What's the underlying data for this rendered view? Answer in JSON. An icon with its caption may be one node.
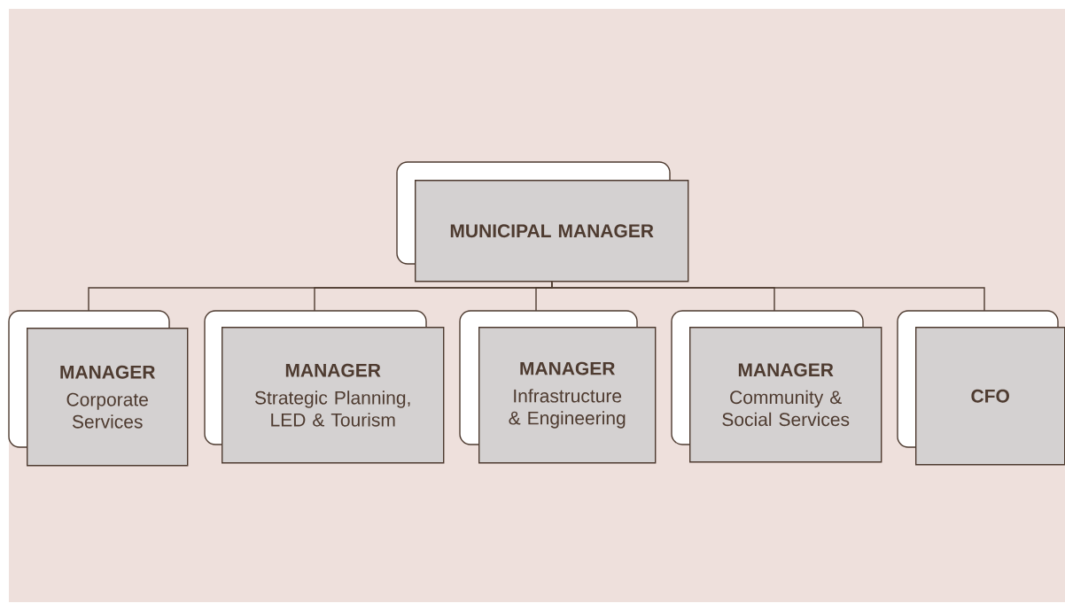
{
  "diagram": {
    "nodes": [
      {
        "text": [
          "MUNICIPAL MANAGER"
        ]
      },
      {
        "text": [
          "MANAGER",
          "Corporate Services"
        ]
      },
      {
        "text": [
          "MANAGER",
          "Strategic Planning, LED & Tourism"
        ]
      },
      {
        "text": [
          "MANAGER",
          "Infrastructure & Engineering"
        ]
      },
      {
        "text": [
          "MANAGER",
          "Community & Social Services"
        ]
      },
      {
        "text": [
          "CFO"
        ]
      }
    ],
    "edges": [
      {
        "from": 0,
        "to": 1,
        "arrow": "none"
      },
      {
        "from": 0,
        "to": 2,
        "arrow": "none"
      },
      {
        "from": 0,
        "to": 3,
        "arrow": "none"
      },
      {
        "from": 0,
        "to": 4,
        "arrow": "none"
      },
      {
        "from": 0,
        "to": 5,
        "arrow": "none"
      }
    ]
  }
}
